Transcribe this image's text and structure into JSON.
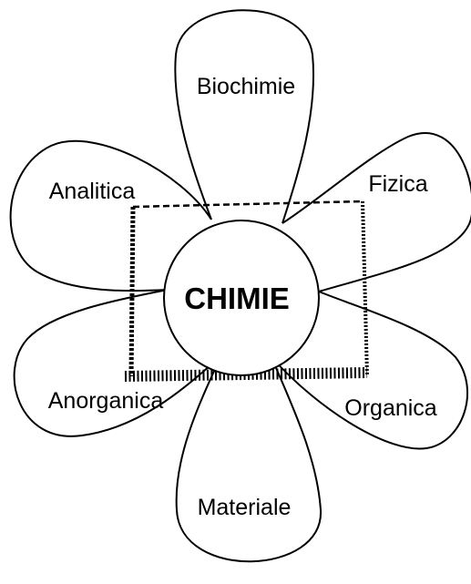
{
  "diagram": {
    "center": {
      "label": "CHIMIE"
    },
    "petals": [
      {
        "id": "biochimie",
        "label": "Biochimie"
      },
      {
        "id": "fizica",
        "label": "Fizica"
      },
      {
        "id": "organica",
        "label": "Organica"
      },
      {
        "id": "materiale",
        "label": "Materiale"
      },
      {
        "id": "anorganica",
        "label": "Anorganica"
      },
      {
        "id": "analitica",
        "label": "Analitica"
      }
    ],
    "colors": {
      "stroke": "#000000",
      "fill": "#ffffff"
    }
  }
}
